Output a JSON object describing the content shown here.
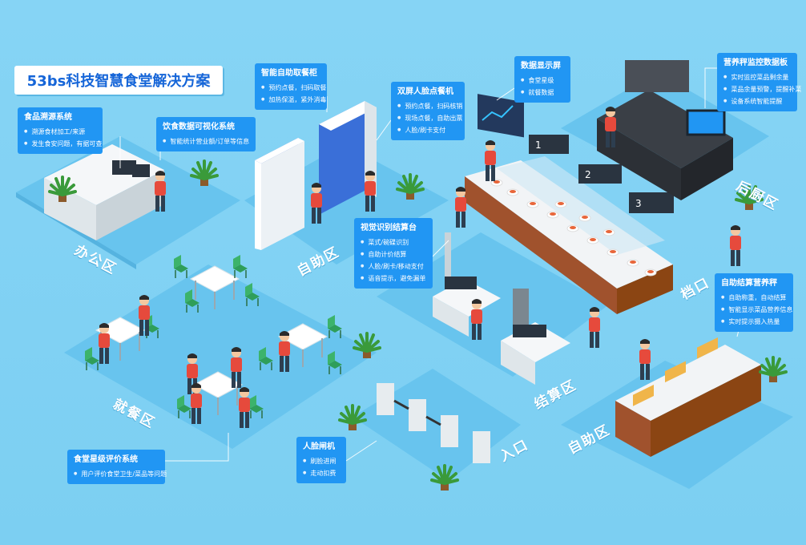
{
  "title": "53bs科技智慧食堂解决方案",
  "callouts": [
    {
      "id": "traceability",
      "title": "食品溯源系统",
      "items": [
        "溯源食材加工/来源",
        "发生食安问题，有据可查"
      ]
    },
    {
      "id": "visualization",
      "title": "饮食数据可视化系统",
      "items": [
        "智能统计营业额/订单等信息"
      ]
    },
    {
      "id": "smart_locker",
      "title": "智能自助取餐柜",
      "items": [
        "预约点餐，扫码取餐",
        "加热保温，紧外消毒"
      ]
    },
    {
      "id": "dual_screen",
      "title": "双屏人脸点餐机",
      "items": [
        "预约点餐，扫码核销",
        "现场点餐，自助出票",
        "人脸/刷卡支付"
      ]
    },
    {
      "id": "data_screen",
      "title": "数据显示屏",
      "items": [
        "食堂星级",
        "就餐数据"
      ]
    },
    {
      "id": "nutrition_board",
      "title": "营养秤监控数据板",
      "items": [
        "实时监控菜品剩余量",
        "菜品余量预警，提醒补菜",
        "设备系统智能提醒"
      ]
    },
    {
      "id": "visual_checkout",
      "title": "视觉识别结算台",
      "items": [
        "菜式/碗碟识别",
        "自助计价结算",
        "人脸/刷卡/移动支付",
        "语音提示，避免漏单"
      ]
    },
    {
      "id": "self_scale",
      "title": "自助结算营养秤",
      "items": [
        "自助称重，自动结算",
        "智能显示菜品营养信息",
        "实时提示摄入热量"
      ]
    },
    {
      "id": "rating",
      "title": "食堂星级评价系统",
      "items": [
        "用户评价食堂卫生/菜品等问题"
      ]
    },
    {
      "id": "face_gate",
      "title": "人脸闸机",
      "items": [
        "刷脸进闸",
        "走动扣费"
      ]
    }
  ],
  "zones": {
    "office": "办公区",
    "self_service": "自助区",
    "counter": "档口",
    "kitchen": "后厨区",
    "dining": "就餐区",
    "checkout": "结算区",
    "entrance": "入口",
    "self_service_2": "自助区"
  },
  "counter_numbers": [
    "1",
    "2",
    "3"
  ]
}
